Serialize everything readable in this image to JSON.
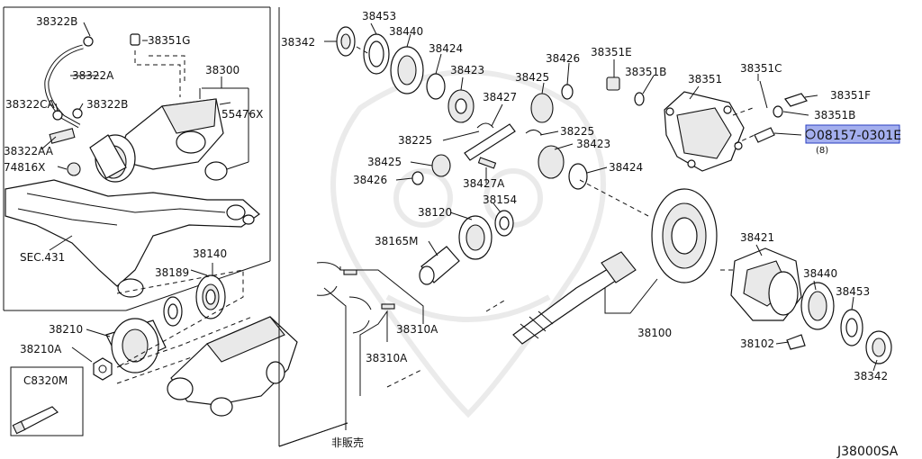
{
  "diagram": {
    "code": "J38000SA",
    "not_sold": "非販売",
    "highlighted_part": "08157-0301E",
    "highlight_color": "#5a6ee0",
    "labels": {
      "p38322B_a": "38322B",
      "p38351G": "38351G",
      "p38322A": "38322A",
      "p38322CA": "38322CA",
      "p38322B_b": "38322B",
      "p38322AA": "38322AA",
      "p74816X": "74816X",
      "sec431": "SEC.431",
      "p38300": "38300",
      "p55476X": "55476X",
      "p38140": "38140",
      "p38189": "38189",
      "p38210": "38210",
      "p38210A": "38210A",
      "pC8320M": "C8320M",
      "p38453_top": "38453",
      "p38342_top": "38342",
      "p38440_top": "38440",
      "p38424_top": "38424",
      "p38423_top": "38423",
      "p38427": "38427",
      "p38225_a": "38225",
      "p38425_a": "38425",
      "p38426_top": "38426",
      "p38225_b": "38225",
      "p38423_mid": "38423",
      "p38425_b": "38425",
      "p38426_mid": "38426",
      "p38427A": "38427A",
      "p38424_mid": "38424",
      "p38154": "38154",
      "p38120": "38120",
      "p38165M": "38165M",
      "p38310A_a": "38310A",
      "p38310A_b": "38310A",
      "p38351E": "38351E",
      "p38351B_a": "38351B",
      "p38351": "38351",
      "p38351C": "38351C",
      "p38351F": "38351F",
      "p38351B_b": "38351B",
      "p08157_qty": "(8)",
      "p38421": "38421",
      "p38440_bot": "38440",
      "p38453_bot": "38453",
      "p38100": "38100",
      "p38102": "38102",
      "p38342_bot": "38342"
    }
  }
}
